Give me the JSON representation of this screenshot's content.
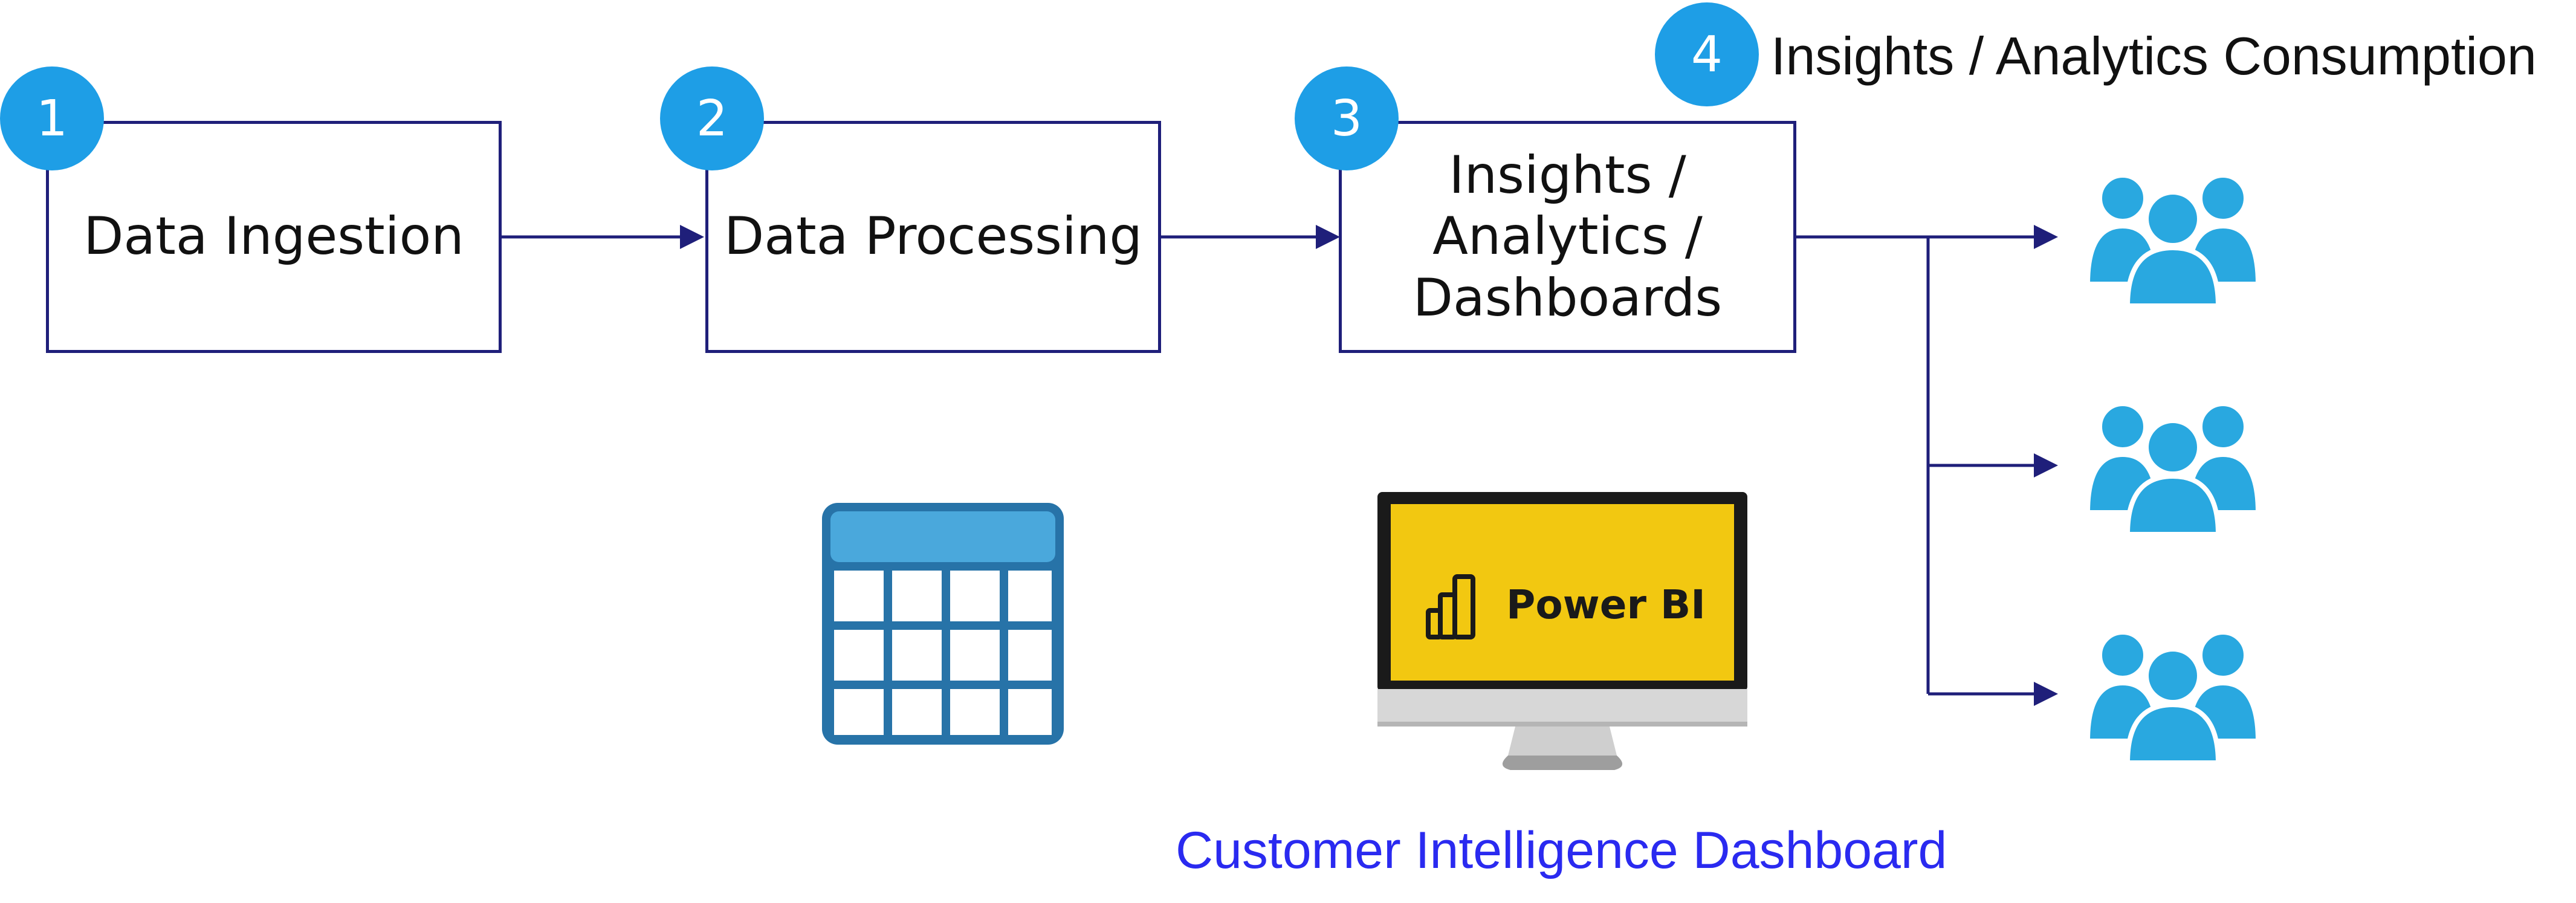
{
  "steps": [
    {
      "number": "1",
      "label": "Data Ingestion"
    },
    {
      "number": "2",
      "label": "Data Processing"
    },
    {
      "number": "3",
      "label": "Insights /\nAnalytics /\nDashboards"
    },
    {
      "number": "4",
      "label": "Insights / Analytics Consumption"
    }
  ],
  "monitor": {
    "screen_text": "Power BI"
  },
  "caption": "Customer Intelligence Dashboard",
  "colors": {
    "badge": "#1e9ee6",
    "box_border": "#1f1f7a",
    "arrow": "#1f1f7a",
    "people": "#29a8e0",
    "table": "#2773a8",
    "table_header": "#4aa8dc",
    "powerbi_screen": "#f2c811",
    "caption": "#2a2af0"
  },
  "icons": [
    "table-icon",
    "monitor-icon",
    "power-bi-logo-icon",
    "people-group-icon"
  ]
}
